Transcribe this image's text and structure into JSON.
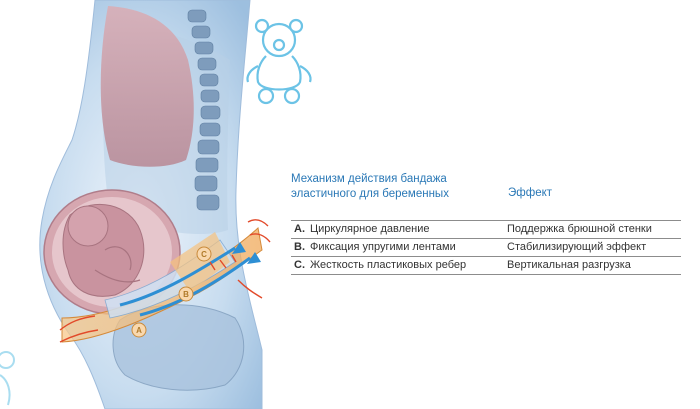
{
  "legend": {
    "title_line1": "Механизм действия бандажа",
    "title_line2": "эластичного для беременных",
    "effect_header": "Эффект",
    "rows": [
      {
        "letter": "A.",
        "mechanism": "Циркулярное давление",
        "effect": "Поддержка брюшной стенки"
      },
      {
        "letter": "B.",
        "mechanism": "Фиксация упругими лентами",
        "effect": "Стабилизирующий эффект"
      },
      {
        "letter": "C.",
        "mechanism": "Жесткость пластиковых ребер",
        "effect": "Вертикальная разгрузка"
      }
    ]
  },
  "badges": {
    "a": "A",
    "b": "B",
    "c": "C"
  },
  "colors": {
    "title_blue": "#2a78b6",
    "body_blue": "#c9ddf0",
    "organ_pink": "#c99aa6",
    "belt_orange": "#f2b266",
    "arrow_red": "#e24a2a",
    "arrow_blue": "#2e8fd4"
  },
  "icons": [
    "teddy-bear-icon",
    "teddy-bear-partial-icon"
  ]
}
